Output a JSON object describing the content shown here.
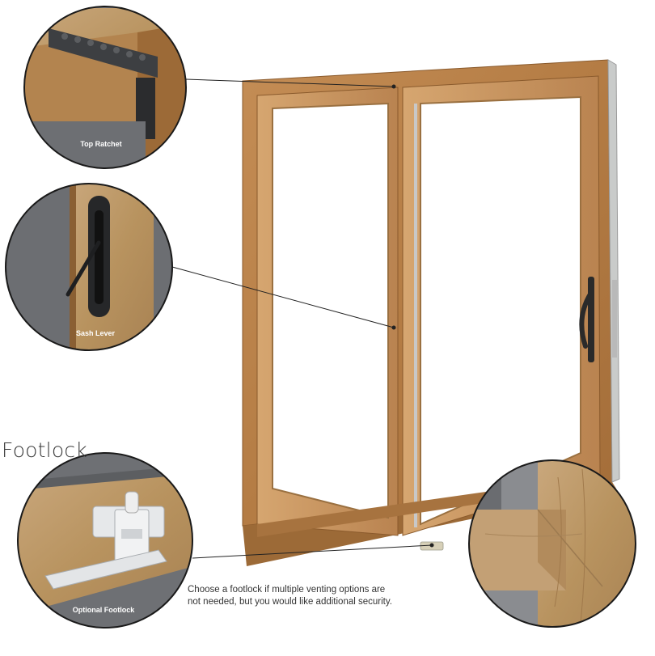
{
  "heading": "Footlock",
  "callouts": {
    "top_ratchet": "Top Ratchet",
    "sash_lever": "Sash Lever",
    "optional_footlock": "Optional Footlock"
  },
  "caption": "Choose a footlock if multiple venting options are not needed, but you would like additional security.",
  "colors": {
    "wood": "#b9824a",
    "wood_dark": "#8f5e2f",
    "glass": "#ffffff",
    "hardware": "#2a2a2a",
    "circle_bg": "#7d7f83"
  }
}
